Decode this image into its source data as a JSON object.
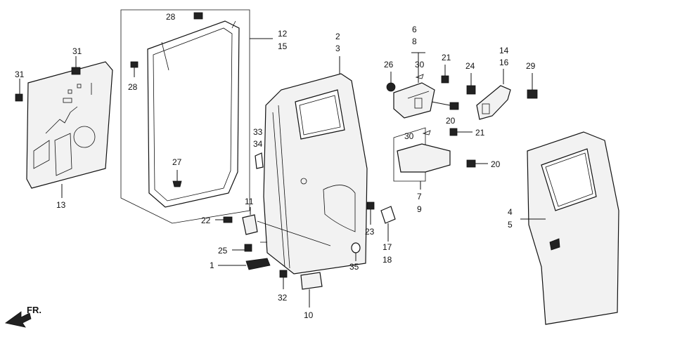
{
  "labels": {
    "p1": "1",
    "p2": "2",
    "p3": "3",
    "p4": "4",
    "p5": "5",
    "p6": "6",
    "p7": "7",
    "p8": "8",
    "p9": "9",
    "p10": "10",
    "p11": "11",
    "p12": "12",
    "p13": "13",
    "p14": "14",
    "p15": "15",
    "p16": "16",
    "p17": "17",
    "p18": "18",
    "p20a": "20",
    "p20b": "20",
    "p21a": "21",
    "p21b": "21",
    "p22": "22",
    "p23": "23",
    "p24": "24",
    "p25": "25",
    "p26": "26",
    "p27": "27",
    "p28a": "28",
    "p28b": "28",
    "p29": "29",
    "p30a": "30",
    "p30b": "30",
    "p31a": "31",
    "p31b": "31",
    "p32": "32",
    "p33": "33",
    "p34": "34",
    "p35": "35"
  },
  "direction": {
    "text": "FR."
  }
}
